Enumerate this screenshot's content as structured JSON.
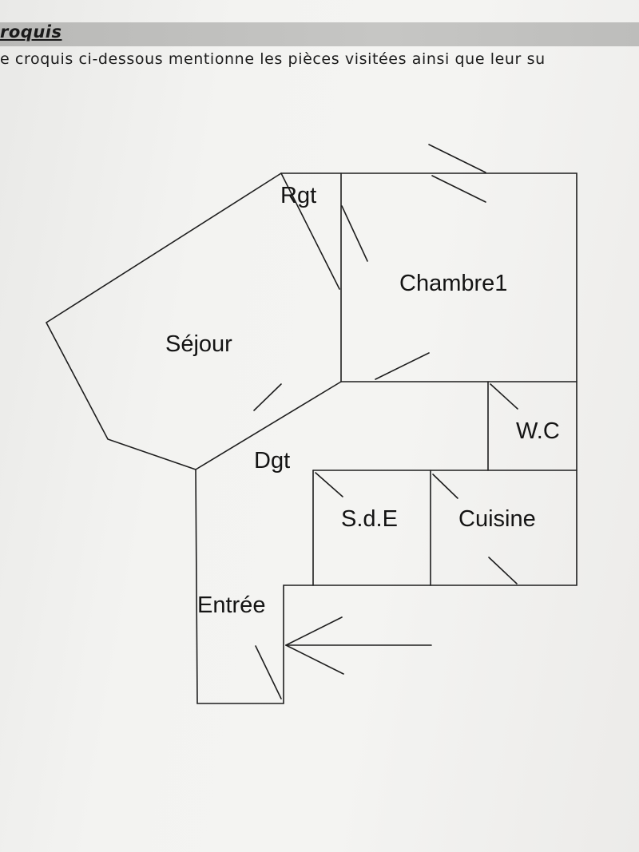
{
  "section": {
    "title": "roquis",
    "intro": "e croquis ci-dessous mentionne les pièces visitées ainsi que leur su"
  },
  "plan": {
    "rooms": {
      "rgt": "Rgt",
      "chambre": "Chambre1",
      "sejour": "Séjour",
      "wc": "W.C",
      "dgt": "Dgt",
      "sde": "S.d.E",
      "cuisine": "Cuisine",
      "entree": "Entrée"
    }
  }
}
